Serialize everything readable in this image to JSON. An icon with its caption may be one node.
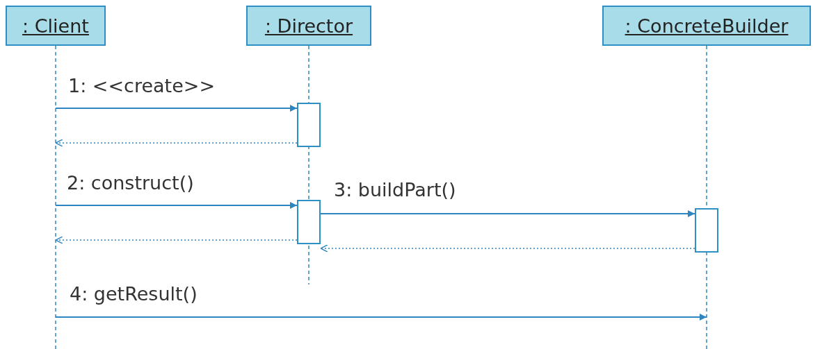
{
  "diagram": {
    "nodes": [
      {
        "text": [
          ": Client"
        ]
      },
      {
        "text": [
          ": Director"
        ]
      },
      {
        "text": [
          ": ConcreteBuilder"
        ]
      },
      {
        "text": [],
        "shape": "bar",
        "in": 1
      },
      {
        "text": [],
        "shape": "bar",
        "in": 1
      },
      {
        "text": [],
        "shape": "bar",
        "in": 2
      }
    ],
    "edges": [
      {
        "from": 0,
        "to": 3,
        "arrow": "to",
        "label": "1: <<create>>"
      },
      {
        "from": 3,
        "to": 0,
        "arrow": "to",
        "style": "dashed"
      },
      {
        "from": 0,
        "to": 4,
        "arrow": "to",
        "label": "2: construct()"
      },
      {
        "from": 4,
        "to": 5,
        "arrow": "to",
        "label": "3: buildPart()"
      },
      {
        "from": 5,
        "to": 4,
        "arrow": "to",
        "style": "dashed"
      },
      {
        "from": 4,
        "to": 0,
        "arrow": "to",
        "style": "dashed"
      },
      {
        "from": 0,
        "to": 2,
        "arrow": "to",
        "label": "4: getResult()"
      }
    ]
  }
}
